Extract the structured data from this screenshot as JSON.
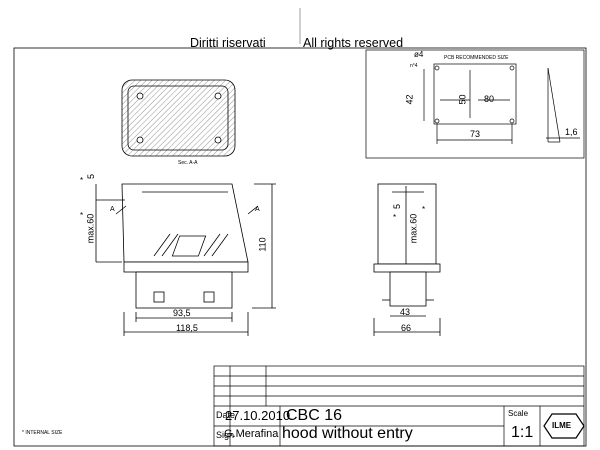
{
  "header": {
    "rights_it": "Diritti riservati",
    "rights_en": "All rights reserved"
  },
  "pcb_detail": {
    "title": "PCB RECOMMENDED SIZE",
    "hole_dia": "ø4",
    "hole_count": "n°4",
    "dim_42": "42",
    "dim_50": "50",
    "dim_80": "80",
    "dim_73": "73",
    "dim_1_6": "1,6"
  },
  "section_view": {
    "label": "Sec. A-A"
  },
  "front_view": {
    "star_top": "*",
    "dim_5": "5",
    "star_side": "*",
    "max60": "max.60",
    "section_a_left": "A",
    "section_a_right": "A",
    "dim_110": "110",
    "dim_93_5": "93,5",
    "dim_118_5": "118,5"
  },
  "side_view": {
    "dim_5": "5",
    "star_left": "*",
    "star_right": "*",
    "max60": "max.60",
    "dim_43": "43",
    "dim_66": "66"
  },
  "title_block": {
    "date_label": "Date",
    "date_value": "27.10.2010",
    "sign_label": "Sign",
    "sign_value": "G.Merafina",
    "product_code": "CBC 16",
    "product_desc": "hood without entry",
    "scale_label": "Scale",
    "scale_value": "1:1",
    "logo": "ILME"
  },
  "footnote": "* INTERNAL SIZE"
}
